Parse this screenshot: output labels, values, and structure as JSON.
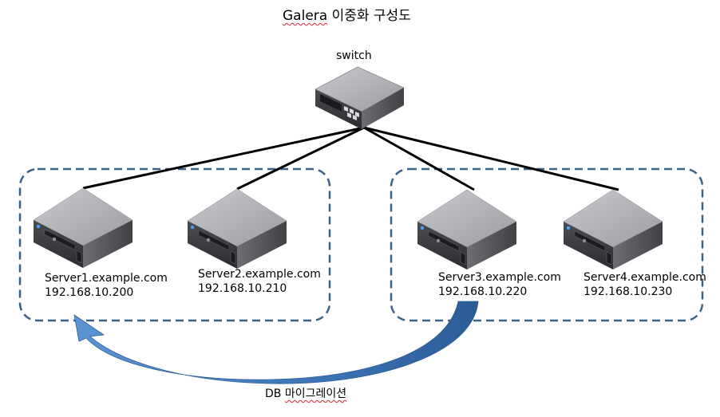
{
  "title": {
    "prefix": "Galera",
    "suffix": "이중화 구성도"
  },
  "switch": {
    "label": "switch"
  },
  "servers": [
    {
      "hostname": "Server1.example.com",
      "ip": "192.168.10.200"
    },
    {
      "hostname": "Server2.example.com",
      "ip": "192.168.10.210"
    },
    {
      "hostname": "Server3.example.com",
      "ip": "192.168.10.220"
    },
    {
      "hostname": "Server4.example.com",
      "ip": "192.168.10.230"
    }
  ],
  "migration": {
    "prefix": "DB",
    "suffix": "마이그레이션"
  },
  "colors": {
    "group_border": "#3a6289",
    "arrow_fill": "#3f78b8",
    "connection_line": "#000000",
    "squiggle": "#dd2233"
  }
}
